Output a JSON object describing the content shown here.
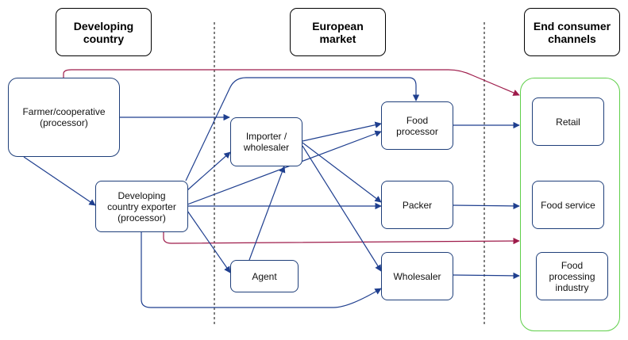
{
  "headers": {
    "developing": "Developing\ncountry",
    "european": "European\nmarket",
    "end": "End consumer\nchannels"
  },
  "nodes": {
    "farmer": "Farmer/cooperative\n(processor)",
    "exporter": "Developing\ncountry exporter\n(processor)",
    "importer": "Importer /\nwholesaler",
    "agent": "Agent",
    "food_processor": "Food\nprocessor",
    "packer": "Packer",
    "wholesaler": "Wholesaler",
    "retail": "Retail",
    "food_service": "Food service",
    "food_processing_industry": "Food\nprocessing\nindustry"
  },
  "colors": {
    "blue_arrow": "#1f3f8f",
    "red_arrow": "#9e1b4a",
    "green_group": "#5fcf4a",
    "node_border": "#1f3f7a"
  }
}
